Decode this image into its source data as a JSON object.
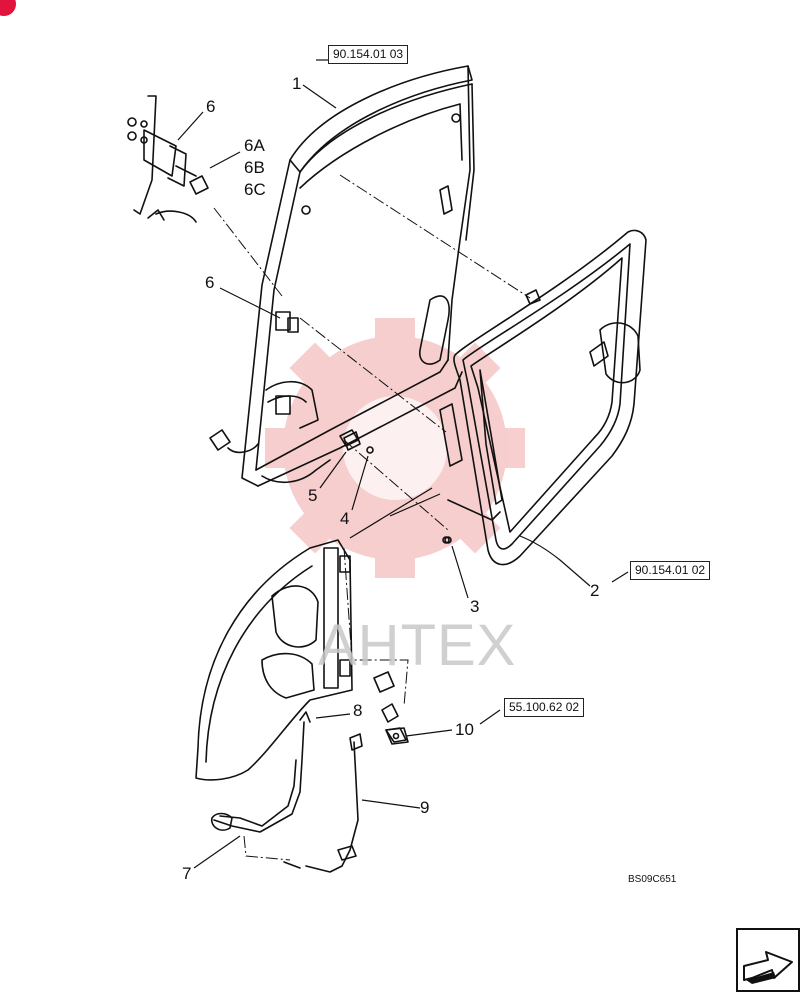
{
  "colors": {
    "line": "#111111",
    "watermark_gear": "#f2a7a7",
    "watermark_text": "#c8c8c8",
    "corner_badge": "#e0143c"
  },
  "callouts": {
    "c1": "1",
    "c2": "2",
    "c3": "3",
    "c4": "4",
    "c5": "5",
    "c6a": "6",
    "c6b": "6",
    "c6A": "6A",
    "c6B": "6B",
    "c6C": "6C",
    "c7": "7",
    "c8": "8",
    "c9": "9",
    "c10": "10"
  },
  "references": {
    "door_frame": "90.154.01 03",
    "door_glass": "90.154.01 02",
    "bracket": "55.100.62 02"
  },
  "drawing_code": "BS09C651",
  "watermark": "AHTEX",
  "icons": {
    "nav": "arrow-icon",
    "watermark": "gear-watermark-icon",
    "badge": "corner-badge-icon"
  }
}
